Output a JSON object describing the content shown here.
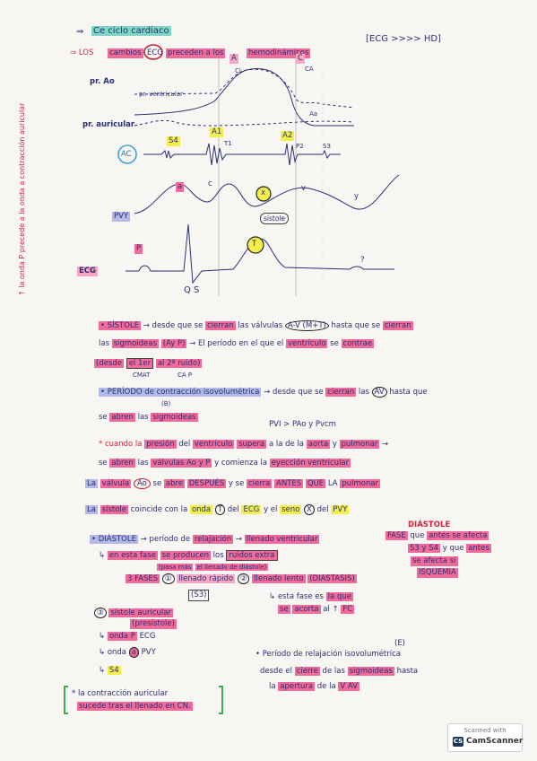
{
  "header": {
    "arrow": "⇒",
    "title": "Ce ciclo cardiaco",
    "note": "[ECG >>>> HD]"
  },
  "intro": {
    "prefix": "⇒ LOS",
    "w1": "cambios",
    "w2": "ECG",
    "w3": "preceden a los",
    "w4": "hemodinámicos"
  },
  "diagram": {
    "pr_ao": "pr. Ao",
    "pr_ventr": "pr. ventricular",
    "pr_auricul": "pr. auricular",
    "ac": "AC",
    "ecg": "ECG",
    "pvy": "PVY",
    "a": "a",
    "c": "c",
    "x": "x",
    "v": "v",
    "y": "y",
    "sistole": "sístole",
    "p": "P",
    "t": "T",
    "qs": "Q S",
    "q": "?",
    "s4": "S4",
    "a1": "A1",
    "t1": "T1",
    "a2": "A2",
    "p2": "P2",
    "s3": "S3",
    "ab": "A",
    "ci": "C",
    "ca": "CA",
    "ci2": "Ci",
    "aa": "Aa"
  },
  "side_note": "↑ la onda P precede a la onda a contracción auricular",
  "body": {
    "l1a": "• SÍSTOLE",
    "l1b": "→ desde que se",
    "l1c": "cierran",
    "l1d": "las válvulas",
    "l1e": "A-V (M+T)",
    "l1f": "hasta que se",
    "l1g": "cierran",
    "l2a": "las",
    "l2b": "sigmoideas",
    "l2c": "(Ay P)",
    "l2d": "→ El período en el que el",
    "l2e": "ventrículo",
    "l2f": "se",
    "l2g": "contrae",
    "l3a": "(desde",
    "l3b": "el 1er",
    "l3c": "al 2º ruido)",
    "l3d": "CMAT",
    "l3e": "CA P",
    "l4a": "• PERÍODO de contracción isovolumétrica",
    "l4b": "→ desde que se",
    "l4c": "cierran",
    "l4d": "las",
    "l4e": "AV",
    "l4f": "hasta que",
    "l4g": "(B)",
    "l5a": "se",
    "l5b": "abren",
    "l5c": "las",
    "l5d": "sigmoideas",
    "l5e": "PVI > PAo y Pvcm",
    "l6a": "* cuando la",
    "l6b": "presión",
    "l6c": "del",
    "l6d": "ventrículo",
    "l6e": "supera",
    "l6f": "a la de la",
    "l6g": "aorta",
    "l6h": "y",
    "l6i": "pulmonar",
    "l6j": "→",
    "l7a": "se",
    "l7b": "abren",
    "l7c": "las",
    "l7d": "válvulas Ao y P",
    "l7e": "y comienza la",
    "l7f": "eyección ventricular",
    "l8a": "La",
    "l8b": "válvula",
    "l8c": "Ao",
    "l8d": "se",
    "l8e": "abre",
    "l8f": "DESPUÉS",
    "l8g": "y se",
    "l8h": "cierra",
    "l8i": "ANTES",
    "l8j": "QUE",
    "l8k": "LA",
    "l8l": "pulmonar",
    "l9a": "La",
    "l9b": "sístole",
    "l9c": "coincide con la",
    "l9d": "onda",
    "l9e": "T",
    "l9f": "del",
    "l9g": "ECG",
    "l9h": "y el",
    "l9i": "seno",
    "l9j": "X",
    "l9k": "del",
    "l9l": "PVY",
    "diast": "DIÁSTOLE",
    "l10a": "• DIÁSTOLE",
    "l10b": "→ período de",
    "l10c": "relajación",
    "l10d": "→",
    "l10e": "llenado ventricular",
    "l10f": "FASE",
    "l10g": "que",
    "l10h": "antes se afecta",
    "l11a": "↳",
    "l11b": "en esta fase",
    "l11c": "se producen",
    "l11d": "los",
    "l11e": "ruidos extra",
    "l11f": "S3 y S4",
    "l11g": "y que",
    "l11h": "antes",
    "l12a": "(pasa más",
    "l12b": "el llenado de diástole)",
    "l12c": "se afecta si",
    "l12d": "ISQUEMIA",
    "l13a": "3 FASES",
    "l13b": "①",
    "l13c": "llenado rápido",
    "l13d": "②",
    "l13e": "llenado lento",
    "l13f": "(DIASTASIS)",
    "l14a": "(S3)",
    "l14b": "↳ esta fase es",
    "l14c": "la que",
    "l14d": "se",
    "l14e": "acorta",
    "l14f": "al",
    "l14g": "↑",
    "l14h": "FC",
    "l15a": "③",
    "l15b": "sístole auricular",
    "l15c": "(presístole)",
    "l16a": "↳",
    "l16b": "onda P",
    "l16c": "ECG",
    "l17a": "↳ onda",
    "l17b": "a",
    "l17c": "PVY",
    "l18a": "↳",
    "l18b": "S4",
    "l19a": "(E)",
    "l19b": "• Período de relajación isovolumétrica",
    "l19c": "desde el",
    "l19d": "cierre",
    "l19e": "de las",
    "l19f": "sigmoideas",
    "l19g": "hasta",
    "l19h": "la",
    "l19i": "apertura",
    "l19j": "de la",
    "l19k": "V AV",
    "l20a": "* la contracción auricular",
    "l20b": "sucede tras el llenado en CN."
  },
  "badge": {
    "line1": "Scanned with",
    "line2": "CamScanner"
  }
}
